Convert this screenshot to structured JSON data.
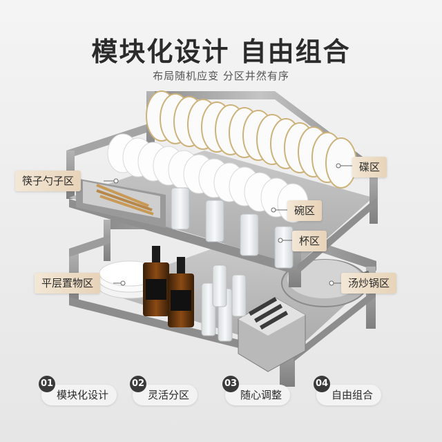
{
  "header": {
    "title": "模块化设计 自由组合",
    "subtitle": "布局随机应变 分区井然有序"
  },
  "zones": {
    "chopsticks": "筷子勺子区",
    "plates": "碟区",
    "bowls": "碗区",
    "cups": "杯区",
    "flat": "平层置物区",
    "pots": "汤炒锅区"
  },
  "features": [
    {
      "num": "01",
      "label": "模块化设计"
    },
    {
      "num": "02",
      "label": "灵活分区"
    },
    {
      "num": "03",
      "label": "随心调整"
    },
    {
      "num": "04",
      "label": "自由组合"
    }
  ],
  "colors": {
    "label_bg_start": "#f3e7d6",
    "label_bg_end": "#e7d3b8",
    "steel": "#9a9a9a",
    "title": "#2b2b2b"
  }
}
